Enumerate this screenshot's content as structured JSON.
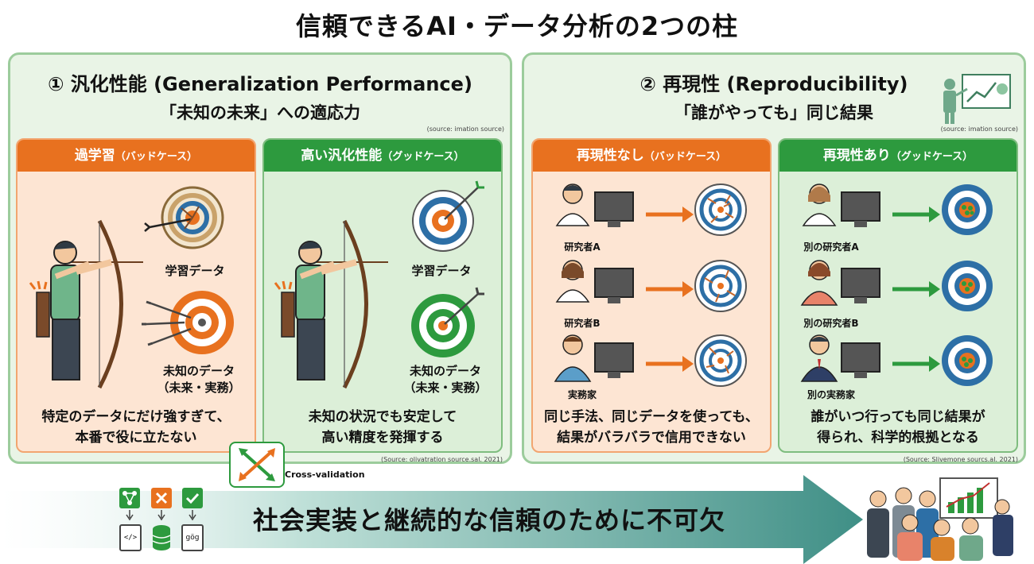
{
  "title": "信頼できるAI・データ分析の2つの柱",
  "left_panel": {
    "title": "① 汎化性能 (Generalization Performance)",
    "subtitle": "「未知の未来」への適応力",
    "source": "(source: imation source)",
    "bad_card": {
      "heading": "過学習",
      "heading_paren": "（バッドケース）",
      "train_label": "学習データ",
      "unknown_label_1": "未知のデータ",
      "unknown_label_2": "（未来・実務）",
      "caption_1": "特定のデータにだけ強すぎて、",
      "caption_2": "本番で役に立たない"
    },
    "good_card": {
      "heading": "高い汎化性能",
      "heading_paren": "（グッドケース）",
      "train_label": "学習データ",
      "unknown_label_1": "未知のデータ",
      "unknown_label_2": "（未来・実務）",
      "caption_1": "未知の状況でも安定して",
      "caption_2": "高い精度を発揮する"
    },
    "bottom_source": "(Source: olivatration source.sal. 2021)"
  },
  "right_panel": {
    "title": "② 再現性 (Reproducibility)",
    "subtitle": "「誰がやっても」同じ結果",
    "source": "(source: imation source)",
    "bad_card": {
      "heading": "再現性なし",
      "heading_paren": "（バッドケース）",
      "rows": [
        "研究者A",
        "研究者B",
        "実務家"
      ],
      "caption_1": "同じ手法、同じデータを使っても、",
      "caption_2": "結果がバラバラで信用できない"
    },
    "good_card": {
      "heading": "再現性あり",
      "heading_paren": "（グッドケース）",
      "rows": [
        "別の研究者A",
        "別の研究者B",
        "別の実務家"
      ],
      "caption_1": "誰がいつ行っても同じ結果が",
      "caption_2": "得られ、科学的根拠となる"
    },
    "bottom_source": "(Source: Slivemone sourcs.al. 2021)"
  },
  "cross_validation_label": "Cross-validation",
  "banner": {
    "text": "社会実装と継続的な信頼のために不可欠",
    "icon_labels": [
      "</>",
      "gög"
    ]
  },
  "colors": {
    "panel_bg": "#e9f4e6",
    "panel_border": "#9ccc9c",
    "bad_orange": "#e8711f",
    "good_green": "#2d9a3e",
    "target_blue": "#2d6fa6",
    "banner_teal": "#3f8f86"
  }
}
